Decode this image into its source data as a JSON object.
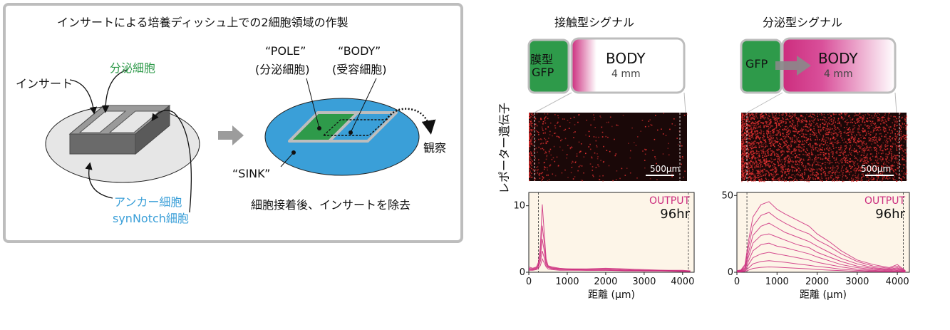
{
  "left_panel": {
    "title": "インサートによる培養ディッシュ上での2細胞領域の作製",
    "insert_label": "インサート",
    "secretor_label": "分泌細胞",
    "anchor_label_1": "アンカー細胞",
    "anchor_label_2": "synNotch細胞",
    "pole_label_1": "“POLE”",
    "pole_label_2": "(分泌細胞)",
    "body_label_1": "“BODY”",
    "body_label_2": "(受容細胞)",
    "sink_label": "“SINK”",
    "observe_label": "観察",
    "remove_caption": "細胞接着後、インサートを除去",
    "colors": {
      "green": "#2e9a4a",
      "blue": "#3a9fd8",
      "gray": "#bdbdbd",
      "label_green": "#2e9a4a",
      "label_blue": "#3a9fd8"
    }
  },
  "contact": {
    "title": "接触型シグナル",
    "gfp_label_1": "膜型",
    "gfp_label_2": "GFP",
    "body_label": "BODY",
    "body_size": "4 mm",
    "scalebar": "500μm"
  },
  "secreted": {
    "title": "分泌型シグナル",
    "gfp_label": "GFP",
    "body_label": "BODY",
    "body_size": "4 mm",
    "scalebar": "500μm"
  },
  "reporter_axis_label": "レポーター遺伝子",
  "chart_data": [
    {
      "type": "line",
      "title": "",
      "annotation_1": "OUTPUT",
      "annotation_2": "96hr",
      "xlabel": "距離 (μm)",
      "ylabel": "",
      "xlim": [
        0,
        4300
      ],
      "ylim": [
        0,
        12
      ],
      "xticks": [
        0,
        1000,
        2000,
        3000,
        4000
      ],
      "yticks": [
        0,
        10
      ],
      "boundaries": [
        250,
        4150
      ],
      "x": [
        0,
        100,
        200,
        250,
        300,
        350,
        400,
        450,
        500,
        600,
        800,
        1000,
        1500,
        2000,
        2500,
        3000,
        3500,
        4000,
        4200
      ],
      "series": [
        {
          "values": [
            0.8,
            0.6,
            0.8,
            1.5,
            4.0,
            10.2,
            6.0,
            2.0,
            1.0,
            0.8,
            0.6,
            0.5,
            0.5,
            0.6,
            0.5,
            0.4,
            0.3,
            0.3,
            0.2
          ]
        },
        {
          "values": [
            0.6,
            0.5,
            0.7,
            1.2,
            3.0,
            7.0,
            4.5,
            1.6,
            0.9,
            0.7,
            0.5,
            0.5,
            0.4,
            0.5,
            0.4,
            0.3,
            0.3,
            0.2,
            0.2
          ]
        },
        {
          "values": [
            0.5,
            0.4,
            0.6,
            1.0,
            2.2,
            5.0,
            3.2,
            1.3,
            0.8,
            0.6,
            0.5,
            0.4,
            0.4,
            0.4,
            0.3,
            0.3,
            0.2,
            0.2,
            0.2
          ]
        },
        {
          "values": [
            0.4,
            0.4,
            0.5,
            0.8,
            1.6,
            3.2,
            2.2,
            1.0,
            0.7,
            0.5,
            0.4,
            0.4,
            0.3,
            0.3,
            0.3,
            0.2,
            0.2,
            0.2,
            0.1
          ]
        },
        {
          "values": [
            0.3,
            0.3,
            0.4,
            0.6,
            1.0,
            2.0,
            1.4,
            0.8,
            0.5,
            0.4,
            0.3,
            0.3,
            0.3,
            0.3,
            0.2,
            0.2,
            0.2,
            0.1,
            0.1
          ]
        }
      ],
      "colors": {
        "line": "#cc2d7e",
        "bg": "#fdf5e8",
        "axis": "#222222"
      }
    },
    {
      "type": "line",
      "title": "",
      "annotation_1": "OUTPUT",
      "annotation_2": "96hr",
      "xlabel": "距離 (μm)",
      "ylabel": "",
      "xlim": [
        0,
        4300
      ],
      "ylim": [
        0,
        52
      ],
      "xticks": [
        0,
        1000,
        2000,
        3000,
        4000
      ],
      "yticks": [
        0,
        50
      ],
      "boundaries": [
        250,
        4150
      ],
      "x": [
        0,
        100,
        200,
        300,
        400,
        600,
        800,
        1000,
        1200,
        1500,
        1800,
        2000,
        2300,
        2600,
        3000,
        3400,
        3800,
        4000,
        4200
      ],
      "series": [
        {
          "values": [
            1.0,
            1.5,
            5.0,
            22.0,
            36.0,
            44.0,
            46.0,
            41.0,
            38.0,
            34.0,
            30.0,
            25.0,
            20.0,
            14.0,
            8.0,
            5.0,
            3.0,
            5.0,
            1.0
          ]
        },
        {
          "values": [
            0.8,
            1.2,
            4.0,
            18.0,
            30.0,
            37.0,
            39.0,
            35.0,
            32.0,
            28.0,
            25.0,
            21.0,
            17.0,
            12.0,
            7.0,
            4.0,
            2.5,
            4.0,
            0.8
          ]
        },
        {
          "values": [
            0.6,
            1.0,
            3.0,
            14.0,
            24.0,
            30.0,
            32.0,
            29.0,
            26.0,
            23.0,
            20.0,
            17.0,
            13.0,
            9.0,
            5.5,
            3.0,
            2.0,
            3.0,
            0.6
          ]
        },
        {
          "values": [
            0.5,
            0.8,
            2.4,
            11.0,
            19.0,
            24.0,
            25.0,
            23.0,
            21.0,
            18.0,
            16.0,
            13.0,
            10.0,
            7.0,
            4.0,
            2.4,
            1.6,
            2.4,
            0.5
          ]
        },
        {
          "values": [
            0.4,
            0.6,
            1.8,
            8.0,
            14.0,
            18.0,
            19.0,
            17.0,
            16.0,
            14.0,
            12.0,
            10.0,
            7.5,
            5.0,
            3.0,
            1.8,
            1.2,
            1.8,
            0.4
          ]
        },
        {
          "values": [
            0.3,
            0.5,
            1.2,
            5.5,
            9.5,
            12.0,
            13.0,
            12.0,
            11.0,
            9.5,
            8.0,
            6.5,
            5.0,
            3.5,
            2.0,
            1.2,
            0.8,
            1.2,
            0.3
          ]
        },
        {
          "values": [
            0.2,
            0.3,
            0.8,
            3.0,
            5.5,
            7.0,
            7.5,
            7.0,
            6.5,
            5.5,
            4.5,
            3.8,
            3.0,
            2.0,
            1.2,
            0.8,
            0.5,
            0.8,
            0.2
          ]
        },
        {
          "values": [
            0.1,
            0.2,
            0.5,
            1.5,
            2.5,
            3.2,
            3.5,
            3.3,
            3.0,
            2.6,
            2.2,
            1.8,
            1.4,
            1.0,
            0.6,
            0.4,
            0.3,
            0.4,
            0.1
          ]
        }
      ],
      "colors": {
        "line": "#cc2d7e",
        "bg": "#fdf5e8",
        "axis": "#222222"
      }
    }
  ]
}
